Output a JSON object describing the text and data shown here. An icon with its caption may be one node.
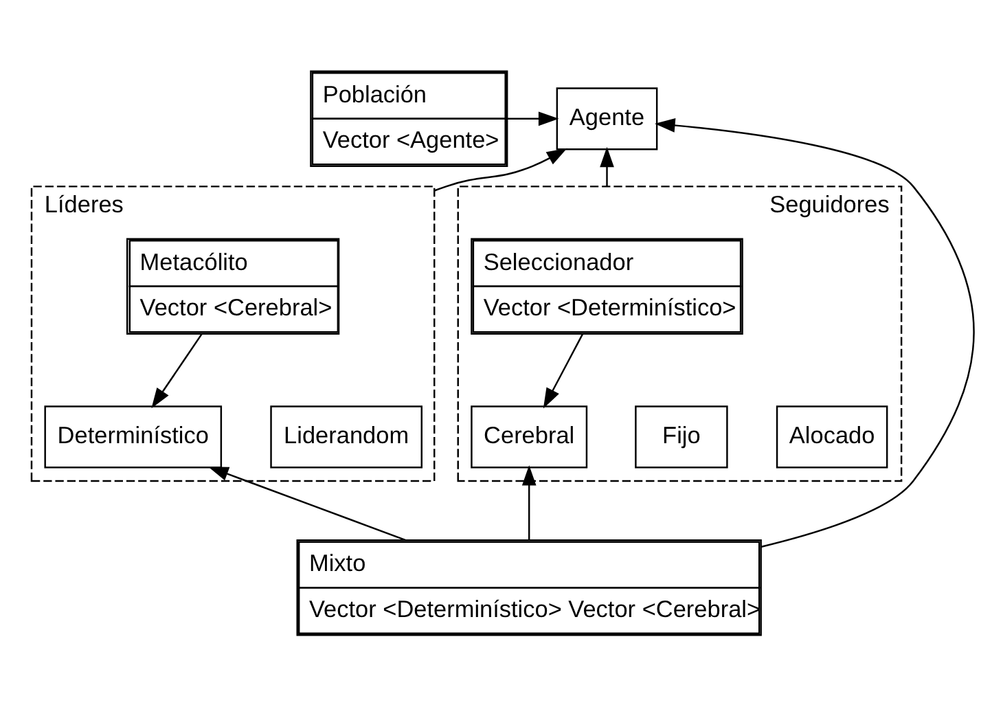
{
  "diagram": {
    "nodes": [
      {
        "text": [
          "Población",
          "Vector <Agente>"
        ]
      },
      {
        "text": [
          "Agente"
        ]
      },
      {
        "text": [
          "Líderes"
        ]
      },
      {
        "text": [
          "Liderandom"
        ],
        "in": 2
      },
      {
        "text": [
          "Metacólito",
          "Vector <Cerebral>"
        ],
        "in": 2
      },
      {
        "text": [
          "Determinístico"
        ],
        "in": 2
      },
      {
        "text": [
          "Seguidores"
        ]
      },
      {
        "text": [
          "Seleccionador",
          "Vector <Determinístico>"
        ],
        "in": 6
      },
      {
        "text": [
          "Alocado"
        ],
        "in": 6
      },
      {
        "text": [
          "Fijo"
        ],
        "in": 6
      },
      {
        "text": [
          "Cerebral"
        ],
        "in": 6
      },
      {
        "text": [
          "Mixto",
          "Vector <Determinístico> Vector <Cerebral>"
        ]
      }
    ],
    "edges": [
      {
        "from": 0,
        "to": 1,
        "arrow": "to"
      },
      {
        "from": 2,
        "to": 1,
        "arrow": "to"
      },
      {
        "from": 6,
        "to": 1,
        "arrow": "to"
      },
      {
        "from": 4,
        "to": 5,
        "arrow": "to"
      },
      {
        "from": 7,
        "to": 10,
        "arrow": "to"
      },
      {
        "from": 11,
        "to": 5,
        "arrow": "to"
      },
      {
        "from": 11,
        "to": 1,
        "arrow": "to"
      },
      {
        "from": 11,
        "to": 10,
        "arrow": "to"
      }
    ]
  }
}
